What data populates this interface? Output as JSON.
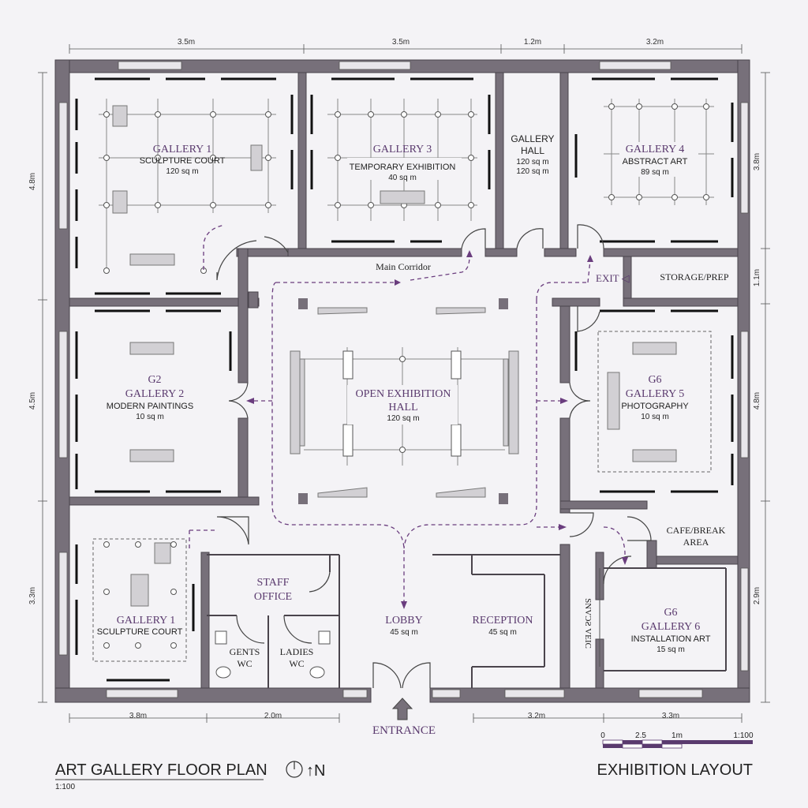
{
  "dimensions": {
    "top": [
      "3.5m",
      "3.5m",
      "1.2m",
      "3.2m"
    ],
    "left": [
      "4.8m",
      "4.5m",
      "3.3m"
    ],
    "right": [
      "3.8m",
      "1.1m",
      "4.8m",
      "2.9m"
    ],
    "bottom": [
      "3.8m",
      "2.0m",
      "3.2m",
      "3.3m"
    ]
  },
  "rooms": {
    "gallery1_top": {
      "name": "GALLERY 1",
      "sub": "SCULPTURE COURT",
      "area": "120 sq m"
    },
    "gallery3": {
      "name": "GALLERY 3",
      "sub": "TEMPORARY EXHIBITION",
      "area": "40 sq m"
    },
    "gallery_hall": {
      "line1": "GALLERY",
      "line2": "HALL",
      "area1": "120 sq m",
      "area2": "120 sq m"
    },
    "gallery4": {
      "name": "GALLERY 4",
      "sub": "ABSTRACT ART",
      "area": "89 sq m"
    },
    "corridor": {
      "name": "Main Corridor"
    },
    "exit": {
      "name": "EXIT ◁"
    },
    "storage": {
      "name": "STORAGE/PREP"
    },
    "gallery2": {
      "code": "G2",
      "name": "GALLERY 2",
      "sub": "MODERN PAINTINGS",
      "area": "10 sq m"
    },
    "open_hall": {
      "line1": "OPEN EXHIBITION",
      "line2": "HALL",
      "area": "120 sq m"
    },
    "gallery5": {
      "code": "G6",
      "name": "GALLERY 5",
      "sub": "PHOTOGRAPHY",
      "area": "10 sq m"
    },
    "cafe": {
      "line1": "CAFE/BREAK",
      "line2": "AREA"
    },
    "gallery1_bottom": {
      "name": "GALLERY 1",
      "sub": "SCULPTURE COURT"
    },
    "staff": {
      "line1": "STAFF",
      "line2": "OFFICE"
    },
    "gents": {
      "line1": "GENTS",
      "line2": "WC"
    },
    "ladies": {
      "line1": "LADIES",
      "line2": "WC"
    },
    "lobby": {
      "name": "LOBBY",
      "area": "45 sq m"
    },
    "reception": {
      "name": "RECEPTION",
      "area": "45 sq m"
    },
    "service": {
      "name": "SNVƆƧ VEIC"
    },
    "gallery6": {
      "code": "G6",
      "name": "GALLERY 6",
      "sub": "INSTALLATION ART",
      "area": "15 sq m"
    },
    "entrance": {
      "name": "ENTRANCE"
    }
  },
  "scale_bar": {
    "ticks": [
      "0",
      "2.5",
      "1m",
      "1:100"
    ]
  },
  "footer": {
    "title": "ART GALLERY FLOOR PLAN",
    "scale": "1:100",
    "north": "↑N",
    "right_title": "EXHIBITION LAYOUT"
  },
  "colors": {
    "wall": "#77707a",
    "accent": "#5a3a6e",
    "path": "#6a3d7e"
  }
}
